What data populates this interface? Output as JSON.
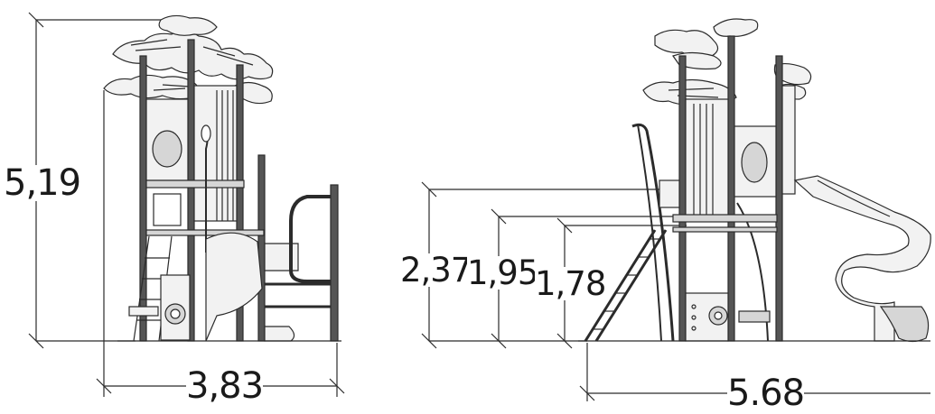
{
  "diagram": {
    "left_view": {
      "height_label": "5,19",
      "width_label": "3,83"
    },
    "right_view": {
      "height_labels": [
        "2,37",
        "1,95",
        "1,78"
      ],
      "width_label": "5.68"
    },
    "colors": {
      "line": "#2b2b2b",
      "fill_light": "#f2f2f2",
      "fill_mid": "#d6d6d6",
      "post": "#555555",
      "background": "#ffffff"
    }
  }
}
